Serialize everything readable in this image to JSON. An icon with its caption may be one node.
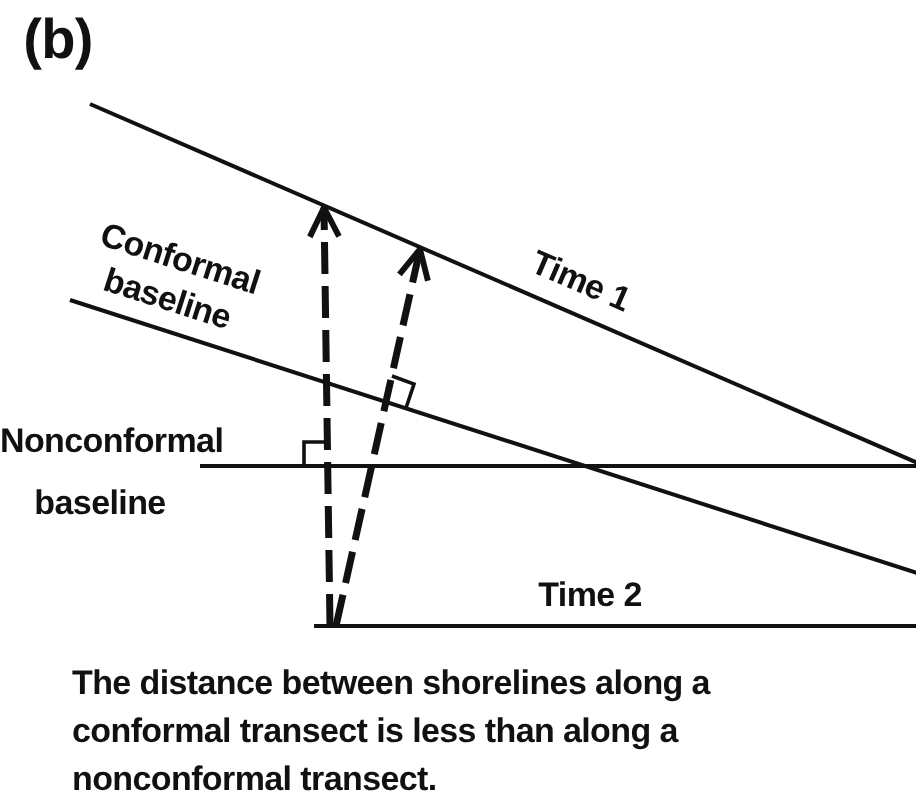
{
  "diagram": {
    "caption": "The distance between shorelines along a conformal transect is less than along a nonconformal transect.",
    "labels": [
      "(b)",
      "Time 1",
      "Conformal baseline",
      "Nonconformal baseline",
      "Time 2"
    ]
  }
}
